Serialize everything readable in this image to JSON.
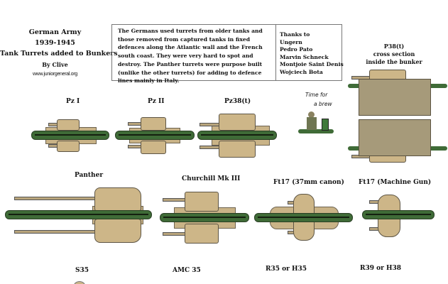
{
  "header": {
    "title_lines": [
      "German Army",
      "1939-1945",
      "Tank Turrets added to Bunkers"
    ],
    "byline": "By Clive",
    "website": "www.juniorgeneral.org"
  },
  "info": {
    "text": "The Germans used turrets from older tanks and those removed from captured tanks in fixed defences along the Atlantic wall and the French south coast. They were very hard to spot and destroy. The Panther turrets were purpose built (unlike the other turrets) for adding to defence lines mainly in Italy."
  },
  "thanks": {
    "heading": "Thanks to",
    "names": [
      "Ungern",
      "Pedro Pato",
      "Marvin Schneck",
      "Montjoie Saint Denis",
      "Wojciech Bota"
    ]
  },
  "cross_section": {
    "lines": [
      "P38(t)",
      "cross section",
      "inside the bunker"
    ]
  },
  "brew": {
    "lines": [
      "Time for",
      "a brew"
    ]
  },
  "figures": {
    "pz1": "Pz I",
    "pz2": "Pz II",
    "pz38": "Pz38(t)",
    "panther": "Panther",
    "churchill": "Churchill Mk III",
    "ft17_37": "Ft17 (37mm canon)",
    "ft17_mg": "Ft17 (Machine Gun)",
    "s35": "S35",
    "amc35": "AMC 35",
    "r35": "R35 or H35",
    "r39": "R39 or H38"
  },
  "colors": {
    "green": "#3f6b37",
    "tan": "#cdb688"
  }
}
